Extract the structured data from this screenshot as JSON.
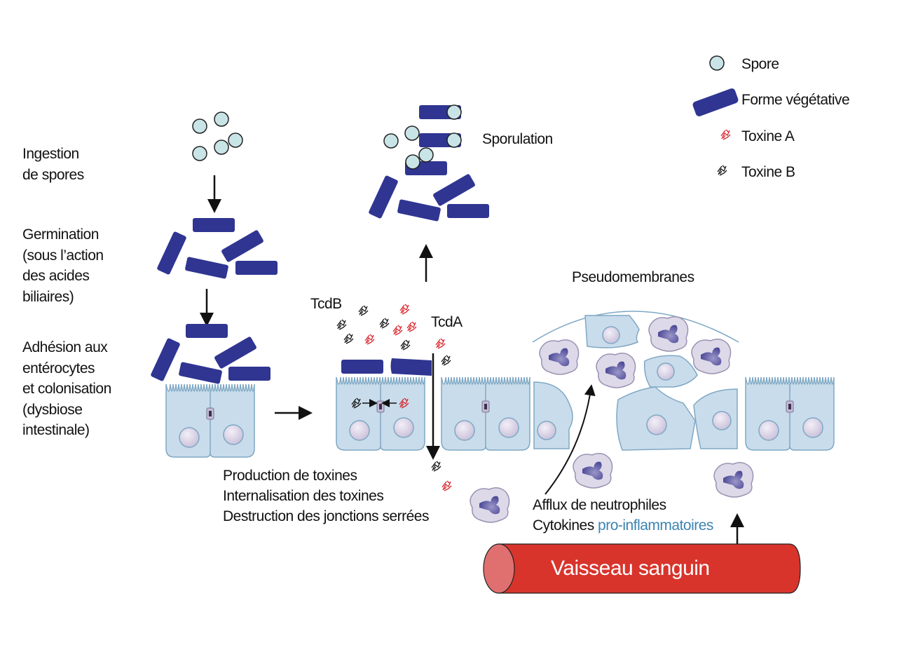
{
  "legend": {
    "items": [
      {
        "icon": "spore-icon",
        "label": "Spore"
      },
      {
        "icon": "vegetative-form-icon",
        "label": "Forme végétative"
      },
      {
        "icon": "toxin-a-icon",
        "label": "Toxine A"
      },
      {
        "icon": "toxin-b-icon",
        "label": "Toxine B"
      }
    ]
  },
  "steps": {
    "ingestion": [
      "Ingestion",
      "de spores"
    ],
    "germination": [
      "Germination",
      "(sous l’action",
      "des acides",
      "biliaires)"
    ],
    "adhesion": [
      "Adhésion aux",
      "entérocytes",
      "et colonisation",
      "(dysbiose",
      "intestinale)"
    ]
  },
  "labels": {
    "sporulation": "Sporulation",
    "tcdb": "TcdB",
    "tcda": "TcdA",
    "pseudomembranes": "Pseudomembranes",
    "toxin_effects": [
      "Production de toxines",
      "Internalisation des toxines",
      "Destruction des jonctions serrées"
    ],
    "neutrophils": "Afflux de neutrophiles",
    "cytokines_prefix": "Cytokines ",
    "cytokines_highlight": "pro-inflammatoires",
    "vessel": "Vaisseau sanguin"
  },
  "colors": {
    "spore_fill": "#c9e4e6",
    "bacteria": "#2f3591",
    "toxin_a": "#d8232a",
    "toxin_b": "#111111",
    "cell_fill": "#c9dceb",
    "cell_stroke": "#7fa8c4",
    "nucleus": "#d9d3e6",
    "neutrophil_fill": "#ddd9e8",
    "neutrophil_nucleus": "#4b4a9a",
    "vessel": "#d8342c",
    "vessel_end": "#e07070",
    "highlight_text": "#3d84b0"
  }
}
